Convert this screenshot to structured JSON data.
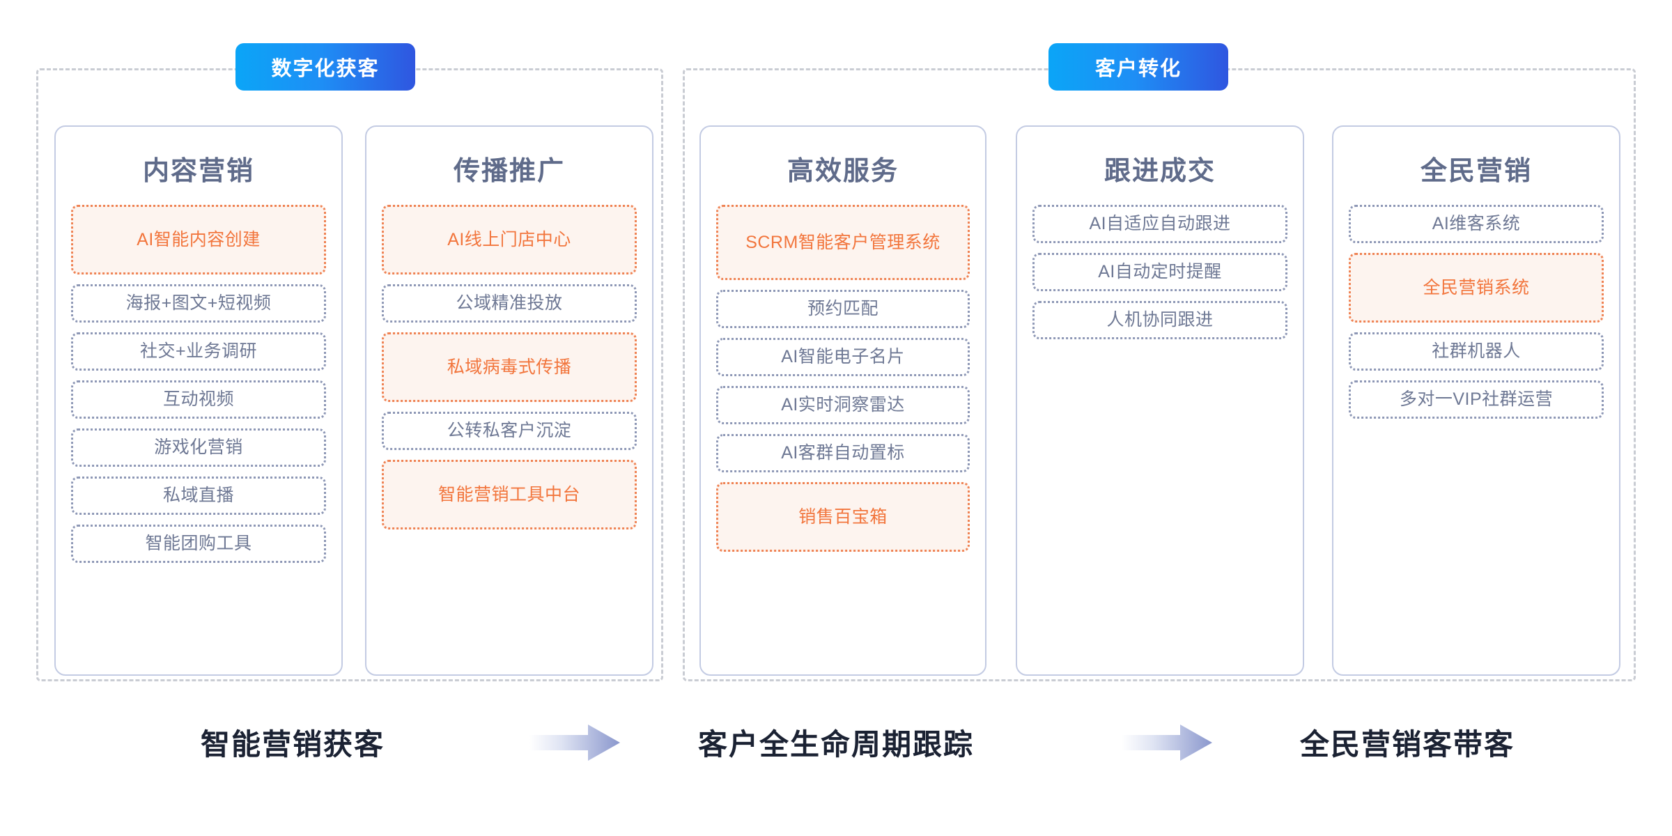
{
  "groups": [
    {
      "badge": "数字化获客"
    },
    {
      "badge": "客户转化"
    }
  ],
  "colors": {
    "badge_gradient_start": "#0ba5f7",
    "badge_gradient_end": "#2f56e0",
    "group_border": "#c9ccd3",
    "card_border": "#c3cbe3",
    "card_title": "#5f6b8a",
    "item_plain_border": "#8d97b5",
    "item_plain_text": "#6e7894",
    "item_highlight_border": "#ef8253",
    "item_highlight_bg": "#fdf4ef",
    "item_highlight_text": "#f2753c",
    "footer_text": "#1b2233",
    "arrow_gradient_end": "#8a97cd"
  },
  "columns": [
    {
      "title": "内容营销",
      "items": [
        {
          "label": "AI智能内容创建",
          "highlight": true
        },
        {
          "label": "海报+图文+短视频",
          "highlight": false
        },
        {
          "label": "社交+业务调研",
          "highlight": false
        },
        {
          "label": "互动视频",
          "highlight": false
        },
        {
          "label": "游戏化营销",
          "highlight": false
        },
        {
          "label": "私域直播",
          "highlight": false
        },
        {
          "label": "智能团购工具",
          "highlight": false
        }
      ]
    },
    {
      "title": "传播推广",
      "items": [
        {
          "label": "AI线上门店中心",
          "highlight": true
        },
        {
          "label": "公域精准投放",
          "highlight": false
        },
        {
          "label": "私域病毒式传播",
          "highlight": true
        },
        {
          "label": "公转私客户沉淀",
          "highlight": false
        },
        {
          "label": "智能营销工具中台",
          "highlight": true
        }
      ]
    },
    {
      "title": "高效服务",
      "items": [
        {
          "label": "SCRM智能客户管理系统",
          "highlight": true,
          "tall": true
        },
        {
          "label": "预约匹配",
          "highlight": false
        },
        {
          "label": "AI智能电子名片",
          "highlight": false
        },
        {
          "label": "AI实时洞察雷达",
          "highlight": false
        },
        {
          "label": "AI客群自动置标",
          "highlight": false
        },
        {
          "label": "销售百宝箱",
          "highlight": true
        }
      ]
    },
    {
      "title": "跟进成交",
      "items": [
        {
          "label": "AI自适应自动跟进",
          "highlight": false
        },
        {
          "label": "AI自动定时提醒",
          "highlight": false
        },
        {
          "label": "人机协同跟进",
          "highlight": false
        }
      ]
    },
    {
      "title": "全民营销",
      "items": [
        {
          "label": "AI维客系统",
          "highlight": false
        },
        {
          "label": "全民营销系统",
          "highlight": true
        },
        {
          "label": "社群机器人",
          "highlight": false
        },
        {
          "label": "多对一VIP社群运营",
          "highlight": false
        }
      ]
    }
  ],
  "footer": {
    "labels": [
      "智能营销获客",
      "客户全生命周期跟踪",
      "全民营销客带客"
    ],
    "arrows": [
      "arrow-right-icon",
      "arrow-right-icon"
    ]
  }
}
